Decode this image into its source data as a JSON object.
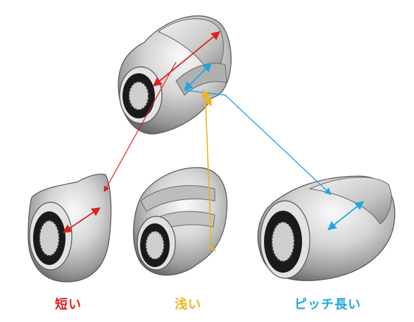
{
  "labels": {
    "short": "短い",
    "shallow": "浅い",
    "long_pitch": "ピッチ長い"
  },
  "colors": {
    "short": "#e02020",
    "shallow": "#f2b21c",
    "long_pitch": "#22a6e0",
    "metal_light": "#ebebeb",
    "metal_mid": "#b8b8b8",
    "metal_dark": "#5a5a5a",
    "bore": "#1a1a1a"
  }
}
